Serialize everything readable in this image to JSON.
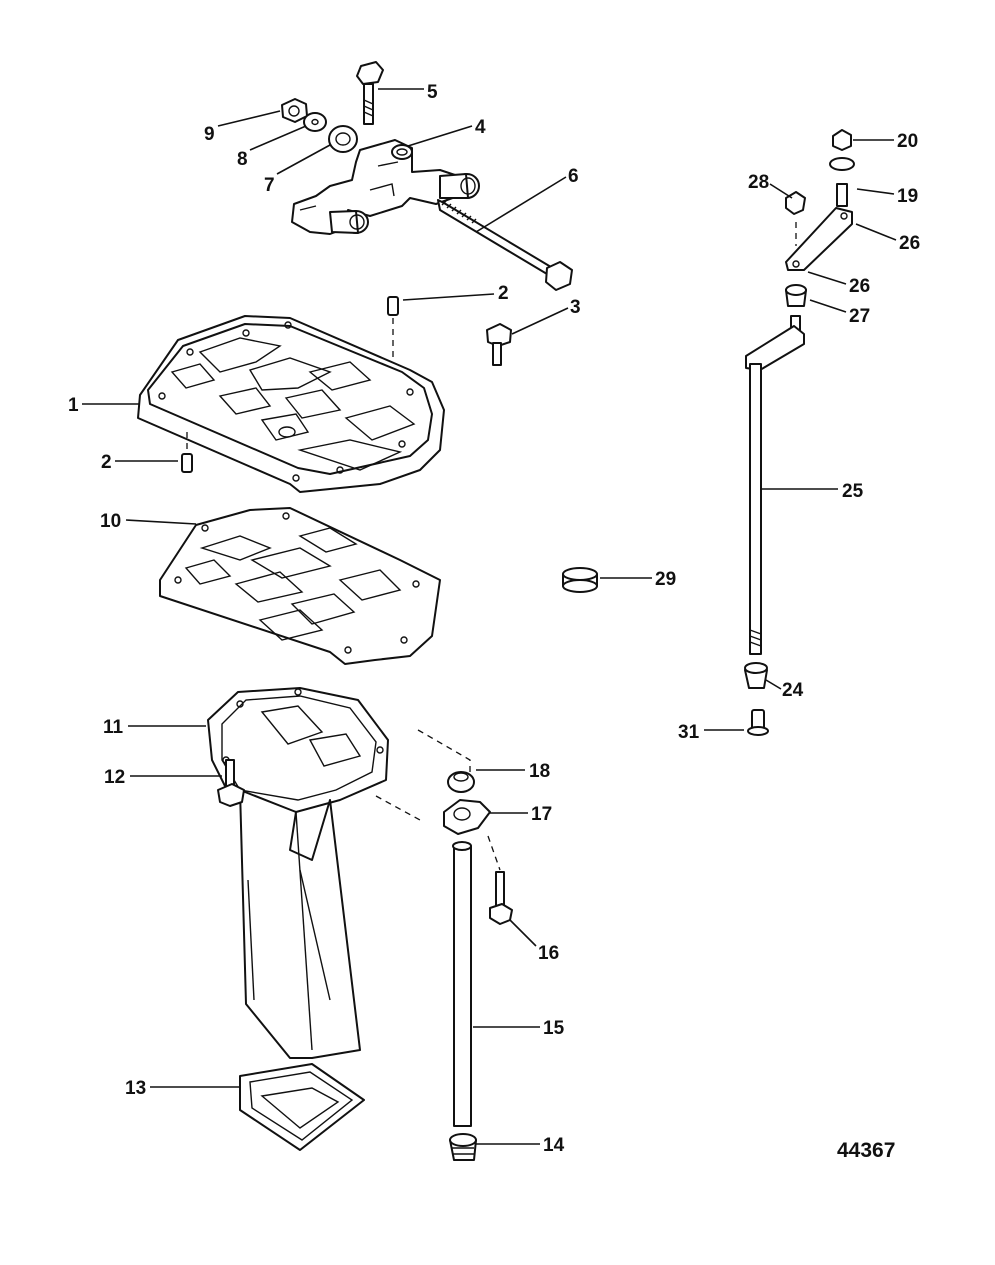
{
  "diagram_number": "44367",
  "callouts": [
    {
      "id": "c1",
      "label": "1"
    },
    {
      "id": "c2a",
      "label": "2"
    },
    {
      "id": "c2b",
      "label": "2"
    },
    {
      "id": "c3",
      "label": "3"
    },
    {
      "id": "c4",
      "label": "4"
    },
    {
      "id": "c5",
      "label": "5"
    },
    {
      "id": "c6",
      "label": "6"
    },
    {
      "id": "c7",
      "label": "7"
    },
    {
      "id": "c8",
      "label": "8"
    },
    {
      "id": "c9",
      "label": "9"
    },
    {
      "id": "c10",
      "label": "10"
    },
    {
      "id": "c11",
      "label": "11"
    },
    {
      "id": "c12",
      "label": "12"
    },
    {
      "id": "c13",
      "label": "13"
    },
    {
      "id": "c14",
      "label": "14"
    },
    {
      "id": "c15",
      "label": "15"
    },
    {
      "id": "c16",
      "label": "16"
    },
    {
      "id": "c17",
      "label": "17"
    },
    {
      "id": "c18",
      "label": "18"
    },
    {
      "id": "c19",
      "label": "19"
    },
    {
      "id": "c20",
      "label": "20"
    },
    {
      "id": "c24",
      "label": "24"
    },
    {
      "id": "c25",
      "label": "25"
    },
    {
      "id": "c26a",
      "label": "26"
    },
    {
      "id": "c26b",
      "label": "26"
    },
    {
      "id": "c27",
      "label": "27"
    },
    {
      "id": "c28",
      "label": "28"
    },
    {
      "id": "c29",
      "label": "29"
    },
    {
      "id": "c31",
      "label": "31"
    }
  ]
}
